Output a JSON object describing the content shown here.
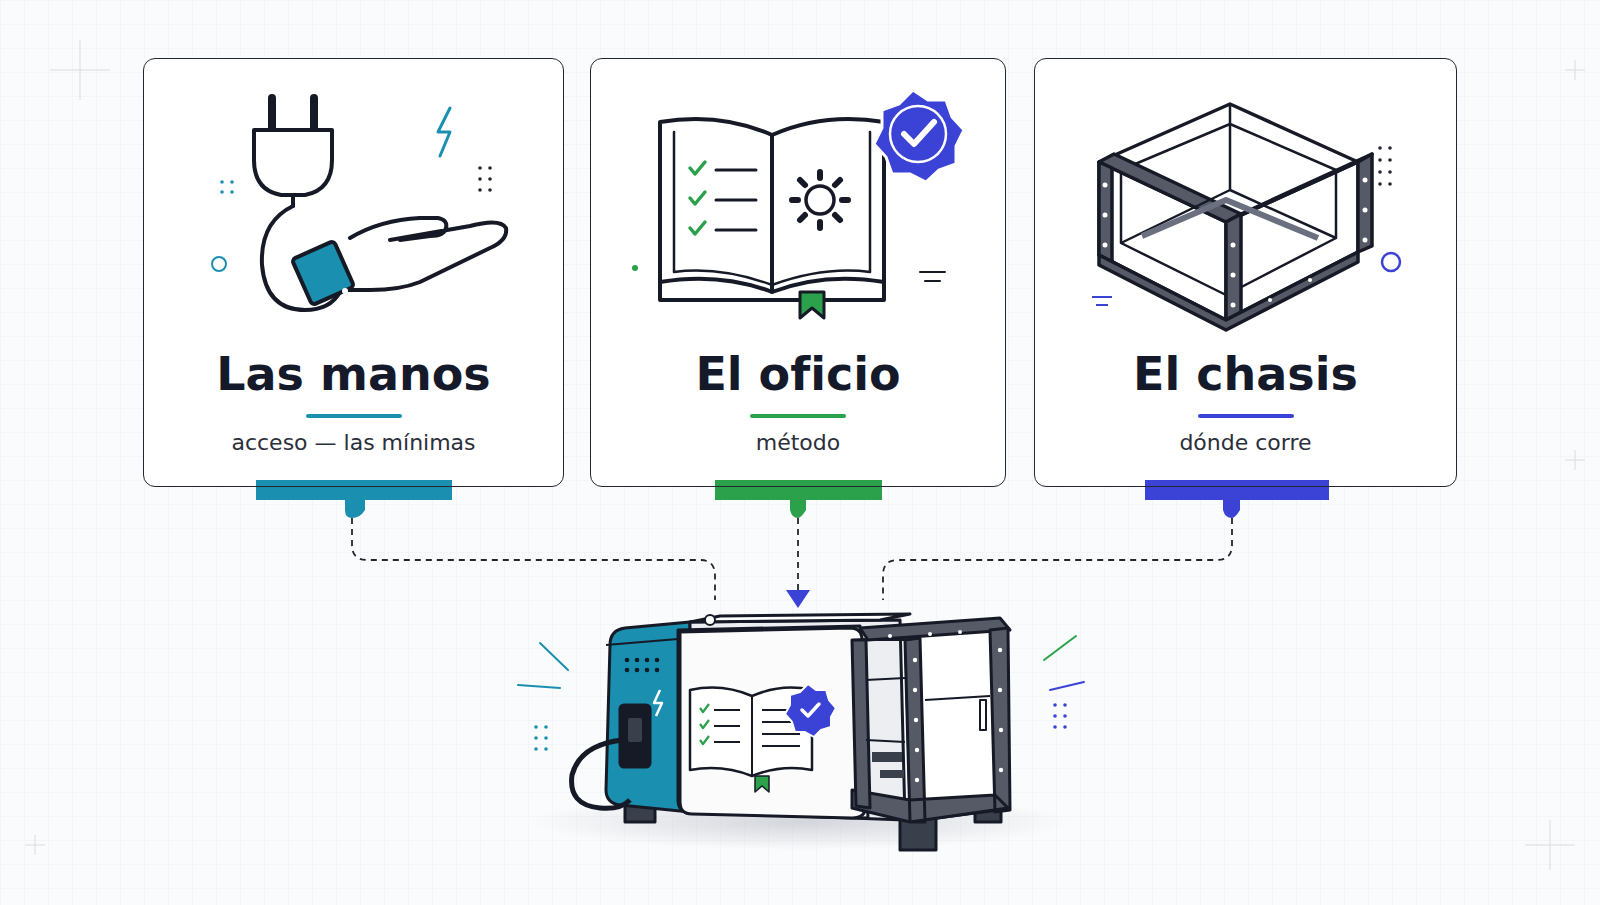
{
  "diagram": {
    "nodes": [
      {
        "text": [
          "Las manos",
          "acceso — las mínimas"
        ]
      },
      {
        "text": [
          "El oficio",
          "método"
        ]
      },
      {
        "text": [
          "El chasis",
          "dónde corre"
        ]
      }
    ]
  }
}
